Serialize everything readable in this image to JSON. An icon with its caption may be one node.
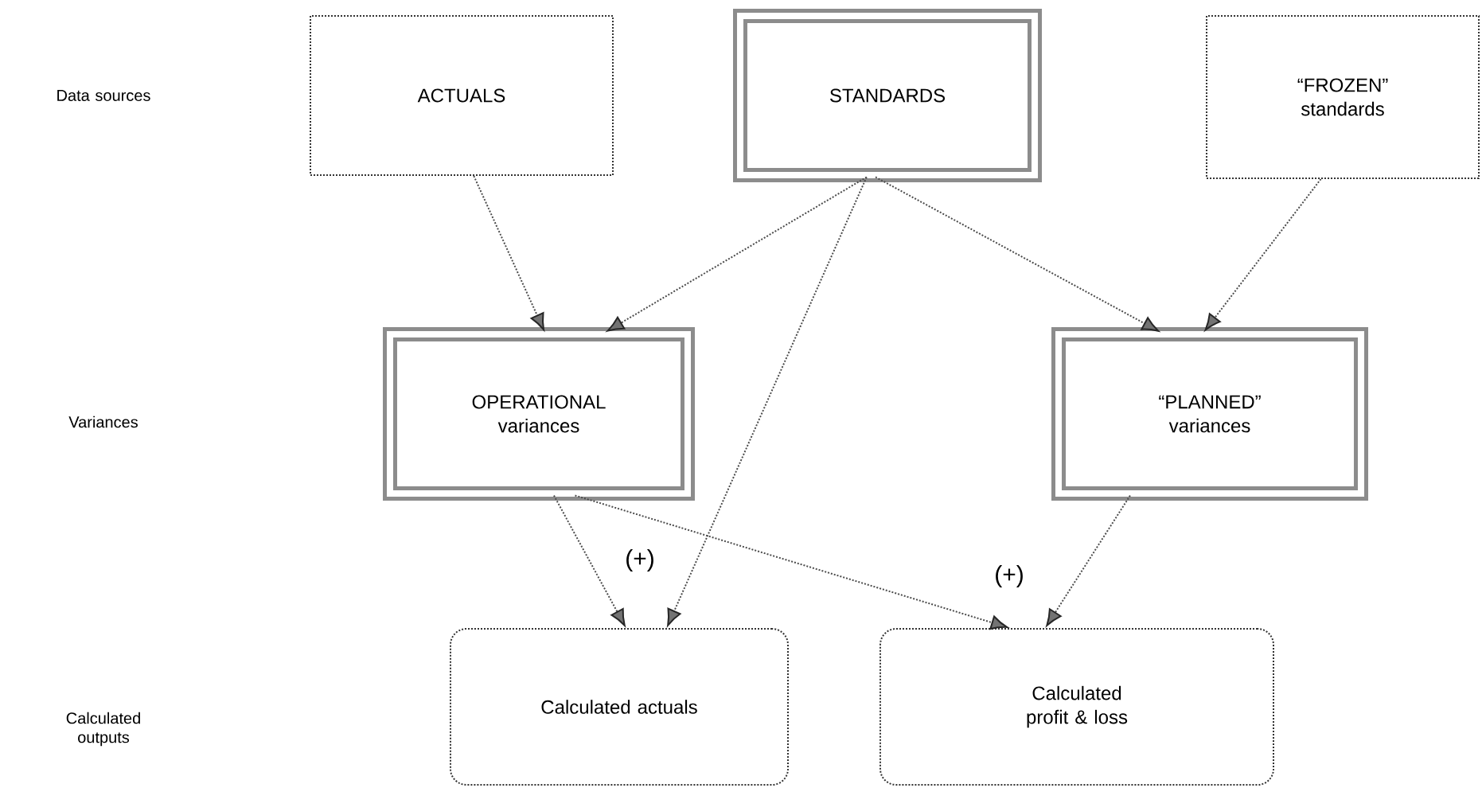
{
  "diagram": {
    "nodes": [
      {
        "text": [
          "ACTUALS"
        ]
      },
      {
        "text": [
          "STANDARDS"
        ]
      },
      {
        "text": [
          "“FROZEN” standards"
        ]
      },
      {
        "text": [
          "OPERATIONAL variances"
        ]
      },
      {
        "text": [
          "“PLANNED” variances"
        ]
      },
      {
        "text": [
          "Calculated actuals"
        ]
      },
      {
        "text": [
          "Calculated profit & loss"
        ]
      }
    ],
    "edges": [
      {
        "from": 0,
        "to": 3,
        "arrow": "to"
      },
      {
        "from": 1,
        "to": 3,
        "arrow": "to"
      },
      {
        "from": 1,
        "to": 5,
        "arrow": "to"
      },
      {
        "from": 1,
        "to": 4,
        "arrow": "to"
      },
      {
        "from": 2,
        "to": 4,
        "arrow": "to"
      },
      {
        "from": 3,
        "to": 5,
        "arrow": "to"
      },
      {
        "from": 3,
        "to": 6,
        "arrow": "to"
      },
      {
        "from": 4,
        "to": 6,
        "arrow": "to"
      }
    ],
    "labels": [
      "Data sources",
      "Variances",
      "Calculated outputs",
      "(+)",
      "(+)"
    ]
  }
}
